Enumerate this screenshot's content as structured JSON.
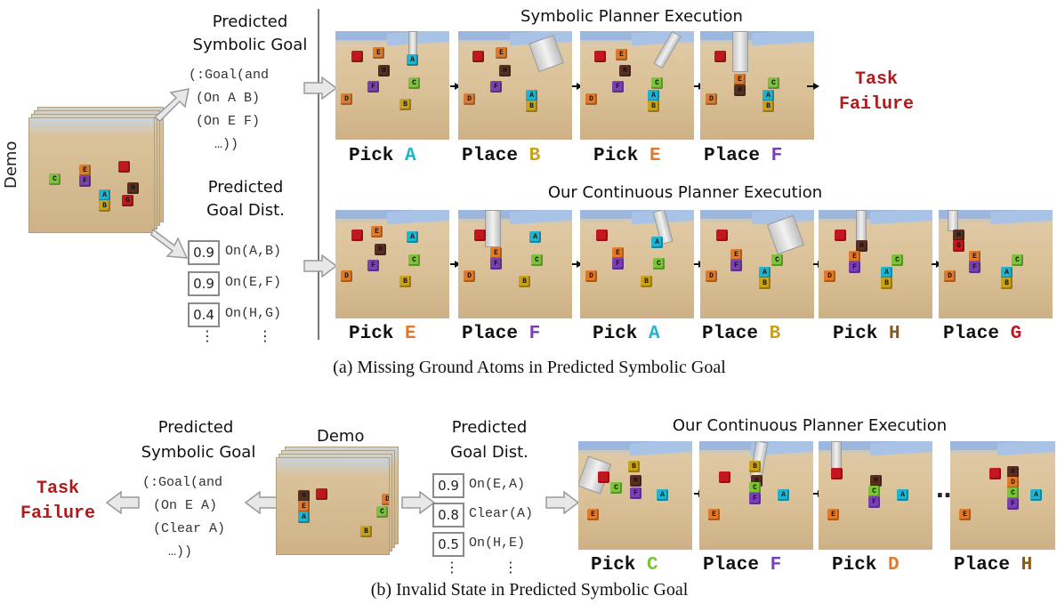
{
  "colors": {
    "A": "#1fb3cf",
    "B": "#c9a219",
    "E": "#e07a2a",
    "F": "#7a3fb3",
    "C": "#7cc23a",
    "D": "#e07a2a",
    "H": "#8a5a1a",
    "G": "#c0181e",
    "failure": "#b11a1a"
  },
  "part_a": {
    "demo_label": "Demo",
    "symbolic_goal_title_1": "Predicted",
    "symbolic_goal_title_2": "Symbolic Goal",
    "symbolic_goal_lines": [
      "(:Goal(and",
      "(On A B)",
      "(On E F)",
      " …))"
    ],
    "goal_dist_title_1": "Predicted",
    "goal_dist_title_2": "Goal Dist.",
    "goal_dist": [
      {
        "p": "0.9",
        "atom": "On(A,B)"
      },
      {
        "p": "0.9",
        "atom": "On(E,F)"
      },
      {
        "p": "0.4",
        "atom": "On(H,G)"
      }
    ],
    "ellipsis": "⋮",
    "symbolic_exec_title": "Symbolic Planner Execution",
    "symbolic_actions": [
      {
        "verb": "Pick",
        "obj": "A"
      },
      {
        "verb": "Place",
        "obj": "B"
      },
      {
        "verb": "Pick",
        "obj": "E"
      },
      {
        "verb": "Place",
        "obj": "F"
      }
    ],
    "failure_1": "Task",
    "failure_2": "Failure",
    "continuous_exec_title": "Our Continuous Planner Execution",
    "continuous_actions": [
      {
        "verb": "Pick",
        "obj": "E"
      },
      {
        "verb": "Place",
        "obj": "F"
      },
      {
        "verb": "Pick",
        "obj": "A"
      },
      {
        "verb": "Place",
        "obj": "B"
      },
      {
        "verb": "Pick",
        "obj": "H"
      },
      {
        "verb": "Place",
        "obj": "G"
      }
    ],
    "caption": "(a) Missing Ground Atoms in Predicted Symbolic Goal"
  },
  "part_b": {
    "failure_1": "Task",
    "failure_2": "Failure",
    "symbolic_goal_title_1": "Predicted",
    "symbolic_goal_title_2": "Symbolic Goal",
    "symbolic_goal_lines": [
      "(:Goal(and",
      "(On E A)",
      "(Clear A)",
      " …))"
    ],
    "demo_label": "Demo",
    "goal_dist_title_1": "Predicted",
    "goal_dist_title_2": "Goal Dist.",
    "goal_dist": [
      {
        "p": "0.9",
        "atom": "On(E,A)"
      },
      {
        "p": "0.8",
        "atom": "Clear(A)"
      },
      {
        "p": "0.5",
        "atom": "On(H,E)"
      }
    ],
    "ellipsis": "⋮",
    "continuous_exec_title": "Our Continuous Planner Execution",
    "dots": "…",
    "continuous_actions": [
      {
        "verb": "Pick",
        "obj": "C"
      },
      {
        "verb": "Place",
        "obj": "F"
      },
      {
        "verb": "Pick",
        "obj": "D"
      },
      {
        "verb": "Place",
        "obj": "H"
      }
    ],
    "caption": "(b) Invalid State in Predicted Symbolic Goal"
  }
}
